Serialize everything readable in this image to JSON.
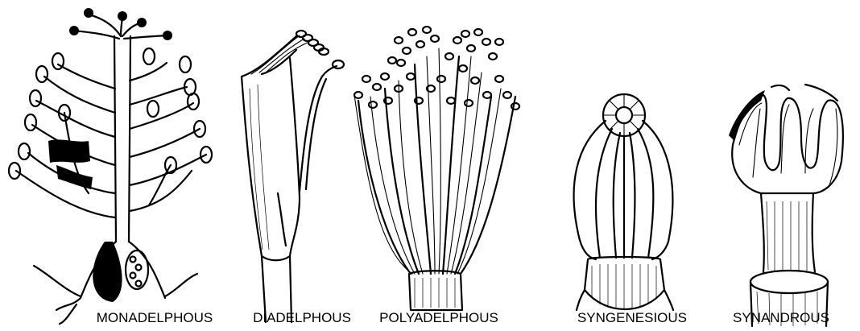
{
  "figure": {
    "labels": [
      {
        "text": "MONADELPHOUS"
      },
      {
        "text": "DIADELPHOUS"
      },
      {
        "text": "POLYADELPHOUS"
      },
      {
        "text": "SYNGENESIOUS"
      },
      {
        "text": "SYNANDROUS"
      }
    ]
  }
}
